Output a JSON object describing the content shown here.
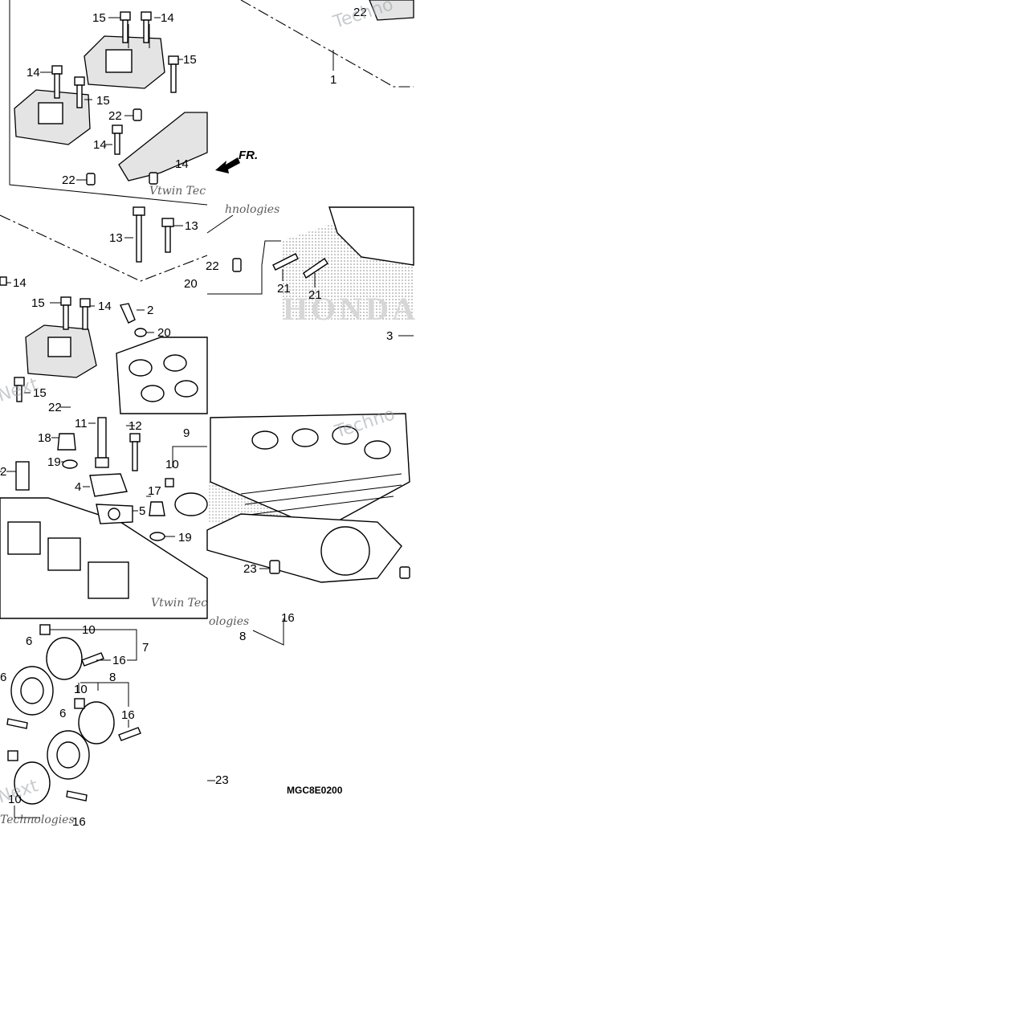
{
  "diagram_code": "MGC8E0200",
  "watermarks": {
    "tile_a": "Techno",
    "tile_b": "Next",
    "tile_c": "ologies",
    "tile_d": "Technologies",
    "tile_e": "Vtwin Tec",
    "tile_f": "hnologies"
  },
  "brand_text": "HONDA",
  "direction_label": "FR.",
  "callouts": {
    "c1": "1",
    "c2": "2",
    "c2b": "2",
    "c3": "3",
    "c4": "4",
    "c5": "5",
    "c6a": "6",
    "c6b": "6",
    "c6c": "6",
    "c7": "7",
    "c8a": "8",
    "c8b": "8",
    "c9": "9",
    "c10a": "10",
    "c10b": "10",
    "c10c": "10",
    "c10d": "10",
    "c11": "11",
    "c12": "12",
    "c13a": "13",
    "c13b": "13",
    "c14a": "14",
    "c14b": "14",
    "c14c": "14",
    "c14d": "14",
    "c14e": "14",
    "c14f": "14",
    "c15a": "15",
    "c15b": "15",
    "c15c": "15",
    "c15d": "15",
    "c15e": "15",
    "c16a": "16",
    "c16b": "16",
    "c16c": "16",
    "c16d": "16",
    "c17": "17",
    "c18": "18",
    "c19a": "19",
    "c19b": "19",
    "c20a": "20",
    "c20b": "20",
    "c21a": "21",
    "c21b": "21",
    "c22a": "22",
    "c22b": "22",
    "c22c": "22",
    "c22d": "22",
    "c22e": "22",
    "c23a": "23",
    "c23b": "23"
  }
}
